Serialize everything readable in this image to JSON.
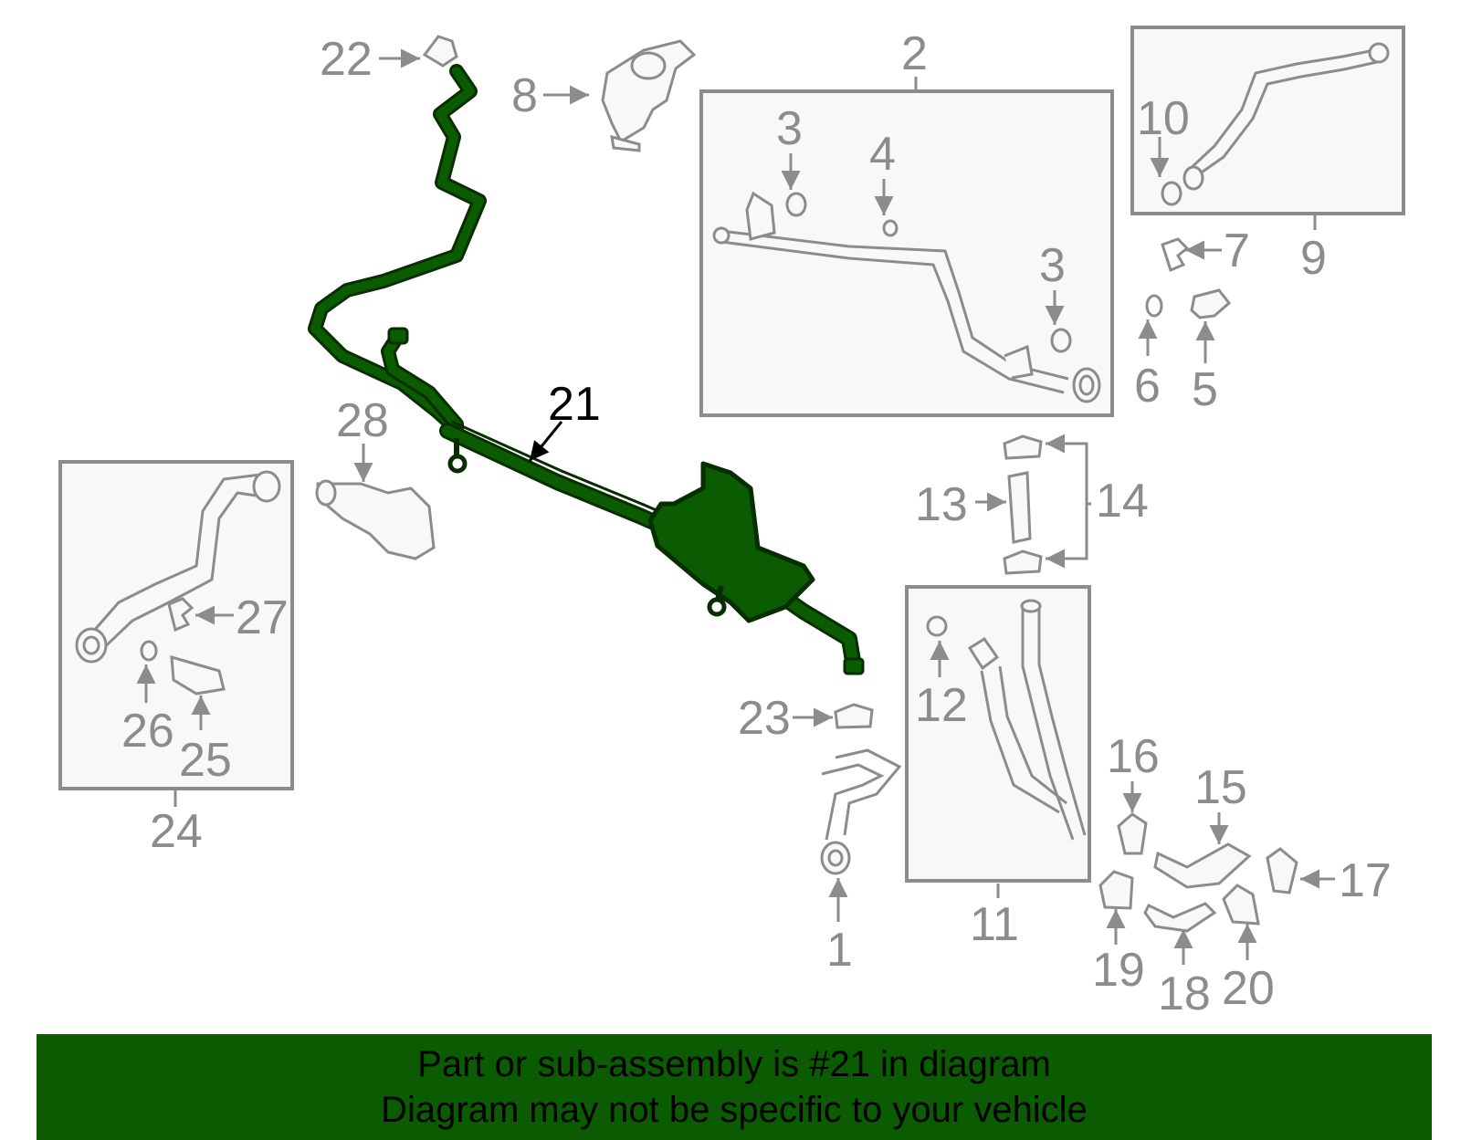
{
  "colors": {
    "highlight": "#0b5c00",
    "highlight_stroke": "#062e00",
    "part_gray": "#8c8c8c",
    "box_fill": "#f8f8f8",
    "banner_bg": "#0b5c00",
    "banner_text": "#000000"
  },
  "labels": {
    "l1": "1",
    "l2": "2",
    "l3a": "3",
    "l3b": "3",
    "l4": "4",
    "l5": "5",
    "l6": "6",
    "l7": "7",
    "l8": "8",
    "l9": "9",
    "l10": "10",
    "l11": "11",
    "l12": "12",
    "l13": "13",
    "l14": "14",
    "l15": "15",
    "l16": "16",
    "l17": "17",
    "l18": "18",
    "l19": "19",
    "l20": "20",
    "l21": "21",
    "l22": "22",
    "l23": "23",
    "l24": "24",
    "l25": "25",
    "l26": "26",
    "l27": "27",
    "l28": "28"
  },
  "banner": {
    "line1": "Part or sub-assembly is #21 in diagram",
    "line2": "Diagram may not be specific to your vehicle"
  }
}
